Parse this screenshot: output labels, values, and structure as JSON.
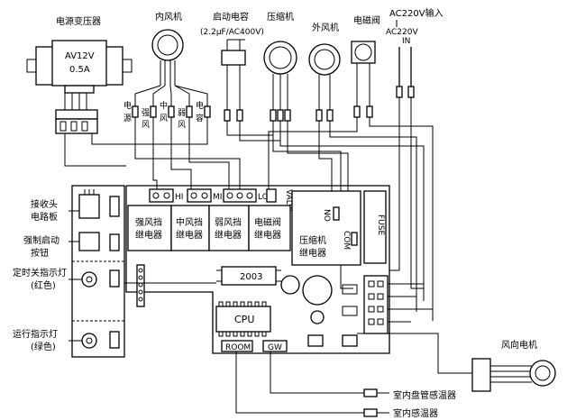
{
  "labels": {
    "transformer": "电源变压器",
    "transformer_spec_1": "AV12V",
    "transformer_spec_2": "0.5A",
    "indoor_fan": "内风机",
    "start_cap": "启动电容",
    "start_cap_spec": "(2.2μF/AC400V)",
    "compressor": "压缩机",
    "outdoor_fan": "外风机",
    "solenoid": "电磁阀",
    "ac_input": "AC220V输入",
    "ac_input_2": "AC220V",
    "ac_input_in": "IN",
    "wire_power": "电源",
    "wire_strong": "强风",
    "wire_mid": "中风",
    "wire_weak": "弱风",
    "wire_cap": "电容",
    "receiver_1": "接收头",
    "receiver_2": "电路板",
    "force_start_1": "强制启动",
    "force_start_2": "按钮",
    "timer_led_1": "定时关指示灯",
    "timer_led_2": "(红色)",
    "run_led_1": "运行指示灯",
    "run_led_2": "(绿色)",
    "relay_strong_1": "强风挡",
    "relay_strong_2": "继电器",
    "relay_mid_1": "中风挡",
    "relay_mid_2": "继电器",
    "relay_weak_1": "弱风挡",
    "relay_weak_2": "继电器",
    "relay_sol_1": "电磁阀",
    "relay_sol_2": "继电器",
    "relay_comp_1": "压缩机",
    "relay_comp_2": "继电器",
    "conn_hi": "HI",
    "conn_mi": "MI",
    "conn_lo": "LO",
    "conn_valve": "VALVE",
    "no": "NO",
    "com": "COM",
    "fuse": "FUSE",
    "chip_2003": "2003",
    "cpu": "CPU",
    "room": "ROOM",
    "gw": "GW",
    "swing_motor": "风向电机",
    "coil_sensor": "室内盘管感温器",
    "room_sensor": "室内感温器"
  }
}
